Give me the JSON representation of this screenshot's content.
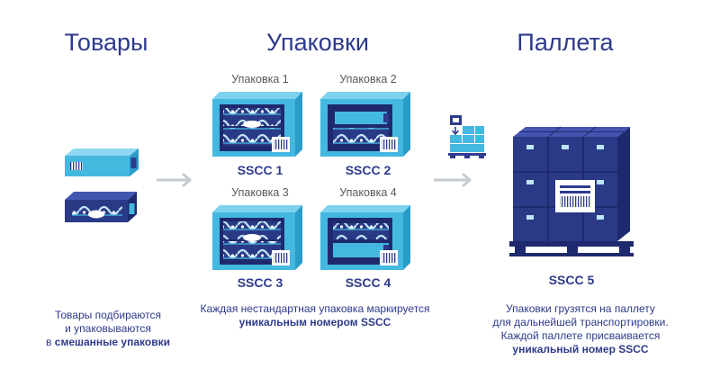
{
  "headings": {
    "goods": "Товары",
    "packages": "Упаковки",
    "pallet": "Паллета"
  },
  "packages": [
    {
      "label": "Упаковка 1",
      "code": "SSCC 1"
    },
    {
      "label": "Упаковка 2",
      "code": "SSCC 2"
    },
    {
      "label": "Упаковка 3",
      "code": "SSCC 3"
    },
    {
      "label": "Упаковка 4",
      "code": "SSCC 4"
    }
  ],
  "pallet_code": "SSCC 5",
  "captions": {
    "goods": {
      "line1": "Товары подбираются",
      "line2": "и упаковываются",
      "line3_prefix": "в ",
      "line3_bold": "смешанные упаковки"
    },
    "packages": {
      "line1": "Каждая нестандартная упаковка маркируется",
      "line2_bold": "уникальным номером SSCC"
    },
    "pallet": {
      "line1": "Упаковки грузятся на паллету",
      "line2": "для дальнейшей транспортировки.",
      "line3": "Каждой паллете присваивается",
      "line4_bold": "уникальный номер SSCC"
    }
  },
  "colors": {
    "navy": "#2e3a8c",
    "cyan": "#45b8e0",
    "cyan_dark": "#2a9cc8",
    "cyan_top": "#7fd2ef",
    "arrow": "#c6cbd1"
  }
}
